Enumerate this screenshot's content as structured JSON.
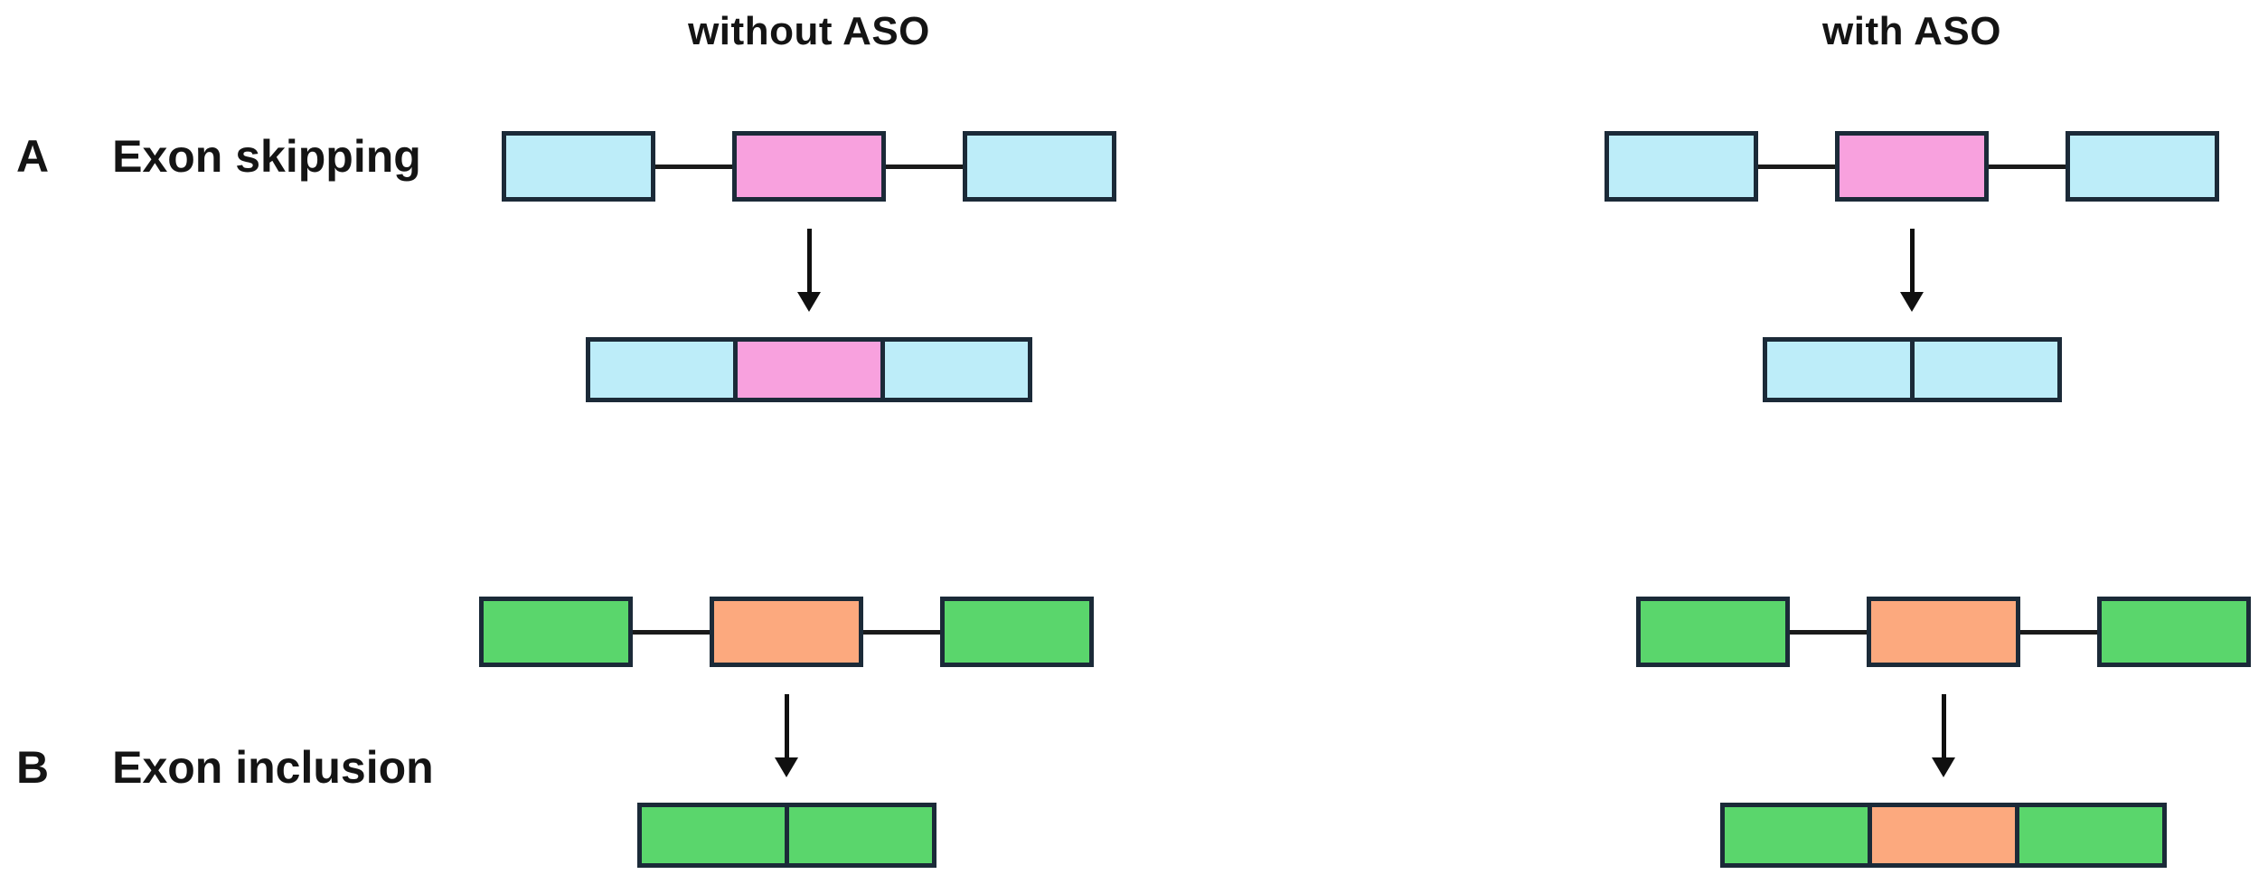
{
  "headers": {
    "without": "without ASO",
    "with": "with ASO"
  },
  "rows": [
    {
      "letter": "A",
      "label": "Exon skipping"
    },
    {
      "letter": "B",
      "label": "Exon inclusion"
    }
  ],
  "colors": {
    "blue": "#BDEDF9",
    "pink": "#F8A1DE",
    "green": "#5AD66C",
    "orange": "#FCA97E",
    "outline": "#1B2A38",
    "line": "#1A1A1A"
  },
  "panels": [
    {
      "row": "A",
      "condition": "without ASO",
      "pre_mrna": [
        "blue",
        "pink",
        "blue"
      ],
      "mrna": [
        "blue",
        "pink",
        "blue"
      ]
    },
    {
      "row": "A",
      "condition": "with ASO",
      "pre_mrna": [
        "blue",
        "pink",
        "blue"
      ],
      "mrna": [
        "blue",
        "blue"
      ]
    },
    {
      "row": "B",
      "condition": "without ASO",
      "pre_mrna": [
        "green",
        "orange",
        "green"
      ],
      "mrna": [
        "green",
        "green"
      ]
    },
    {
      "row": "B",
      "condition": "with ASO",
      "pre_mrna": [
        "green",
        "orange",
        "green"
      ],
      "mrna": [
        "green",
        "orange",
        "green"
      ]
    }
  ]
}
